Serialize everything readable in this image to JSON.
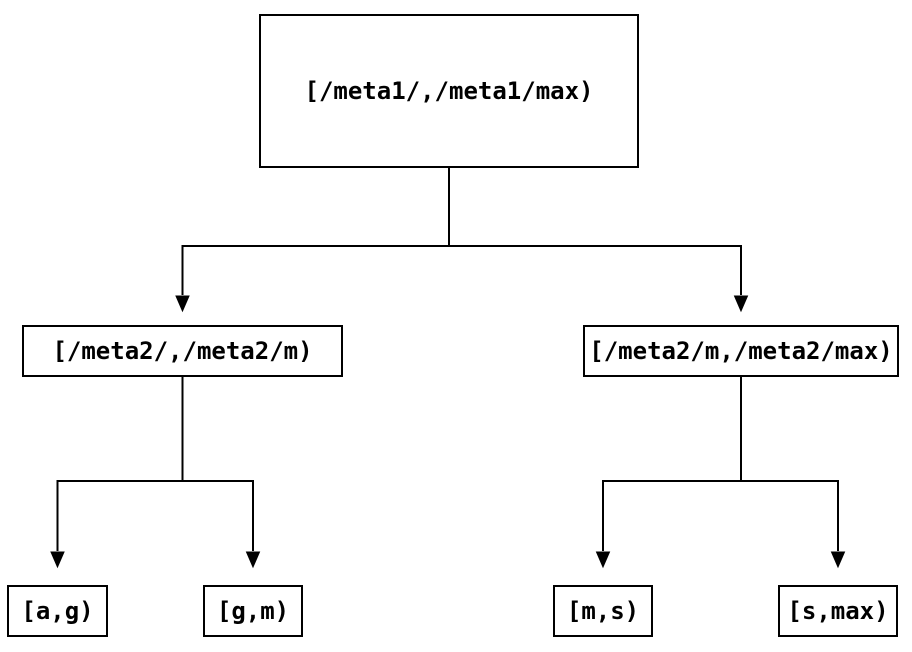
{
  "colors": {
    "background": "#ffffff",
    "node_border": "#000000",
    "edge_line": "#000000",
    "text": "#000000"
  },
  "tree": {
    "root": {
      "label": "[/meta1/,/meta1/max)"
    },
    "children": [
      {
        "label": "[/meta2/,/meta2/m)"
      },
      {
        "label": "[/meta2/m,/meta2/max)"
      }
    ],
    "leaves": [
      {
        "label": "[a,g)"
      },
      {
        "label": "[g,m)"
      },
      {
        "label": "[m,s)"
      },
      {
        "label": "[s,max)"
      }
    ]
  }
}
